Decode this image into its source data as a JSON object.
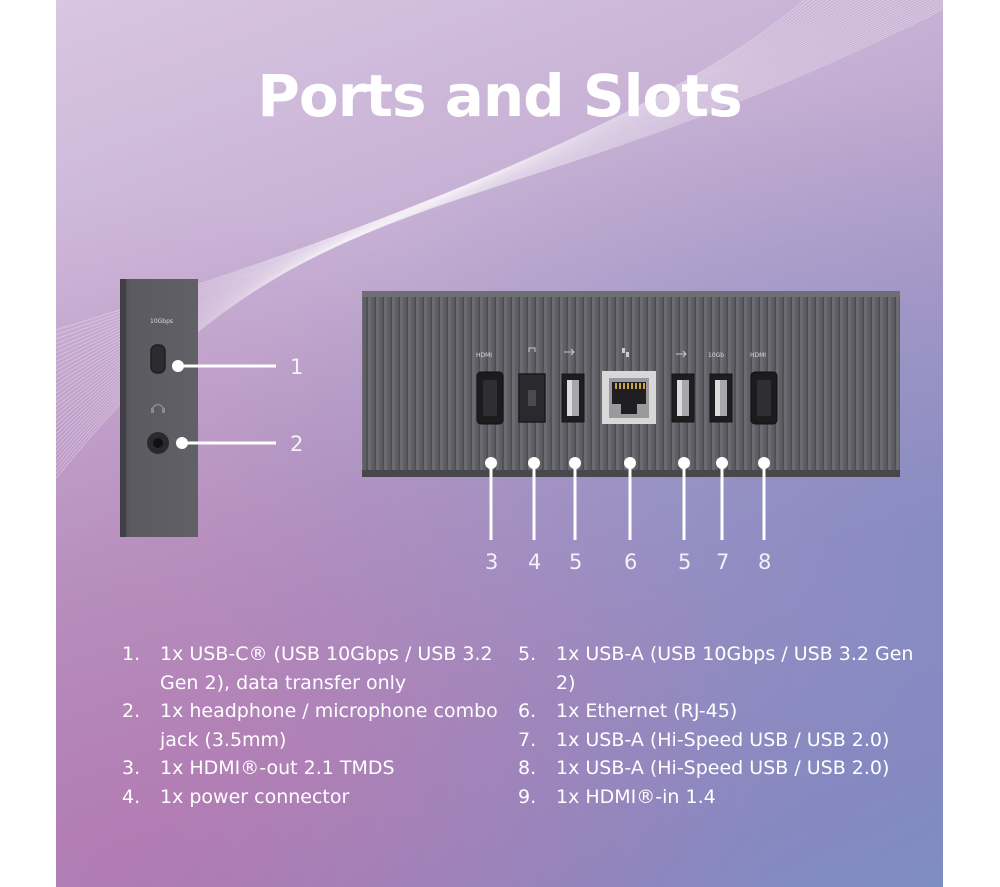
{
  "title": "Ports and Slots",
  "device_labels": {
    "side_usb_c": "10Gbps",
    "hdmi_out": "HDMI",
    "usb_right": "10Gb",
    "hdmi_in": "HDMI"
  },
  "callouts": {
    "side": [
      "1",
      "2"
    ],
    "rear": [
      "3",
      "4",
      "5",
      "6",
      "5",
      "7",
      "8"
    ]
  },
  "specs": [
    {
      "num": "1.",
      "text": "1x USB-C® (USB 10Gbps / USB 3.2 Gen 2), data transfer only"
    },
    {
      "num": "2.",
      "text": "1x headphone / microphone combo jack (3.5mm)"
    },
    {
      "num": "3.",
      "text": "1x HDMI®-out 2.1 TMDS"
    },
    {
      "num": "4.",
      "text": "1x power connector"
    },
    {
      "num": "5.",
      "text": "1x USB-A (USB 10Gbps / USB 3.2 Gen 2)"
    },
    {
      "num": "6.",
      "text": "1x Ethernet (RJ-45)"
    },
    {
      "num": "7.",
      "text": "1x USB-A (Hi-Speed USB / USB 2.0)"
    },
    {
      "num": "8.",
      "text": "1x USB-A (Hi-Speed USB / USB 2.0)"
    },
    {
      "num": "9.",
      "text": "1x HDMI®-in 1.4"
    }
  ],
  "colors": {
    "device_body": "#5d5d63",
    "callout": "#ffffff",
    "text": "#ffffff"
  }
}
